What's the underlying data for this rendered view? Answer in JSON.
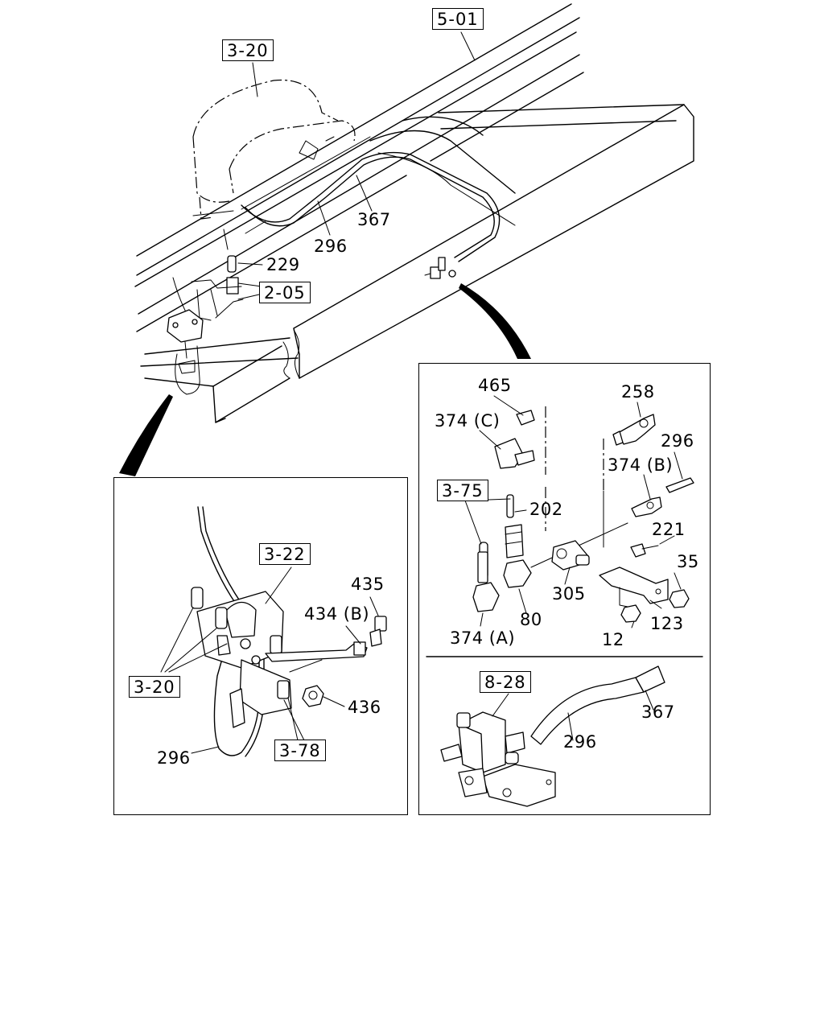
{
  "refs": {
    "r501": "5-01",
    "r320_top": "3-20",
    "r205": "2-05",
    "r322": "3-22",
    "r320_left": "3-20",
    "r378": "3-78",
    "r375": "3-75",
    "r828": "8-28"
  },
  "labels": {
    "top_367": "367",
    "top_296": "296",
    "top_229": "229",
    "left_435": "435",
    "left_434b": "434 (B)",
    "left_436": "436",
    "left_296": "296",
    "right_465": "465",
    "right_258": "258",
    "right_374c": "374 (C)",
    "right_296": "296",
    "right_374b": "374 (B)",
    "right_202": "202",
    "right_221": "221",
    "right_35": "35",
    "right_305": "305",
    "right_80": "80",
    "right_123": "123",
    "right_374a": "374 (A)",
    "right_12": "12",
    "bottom_367": "367",
    "bottom_296": "296"
  }
}
